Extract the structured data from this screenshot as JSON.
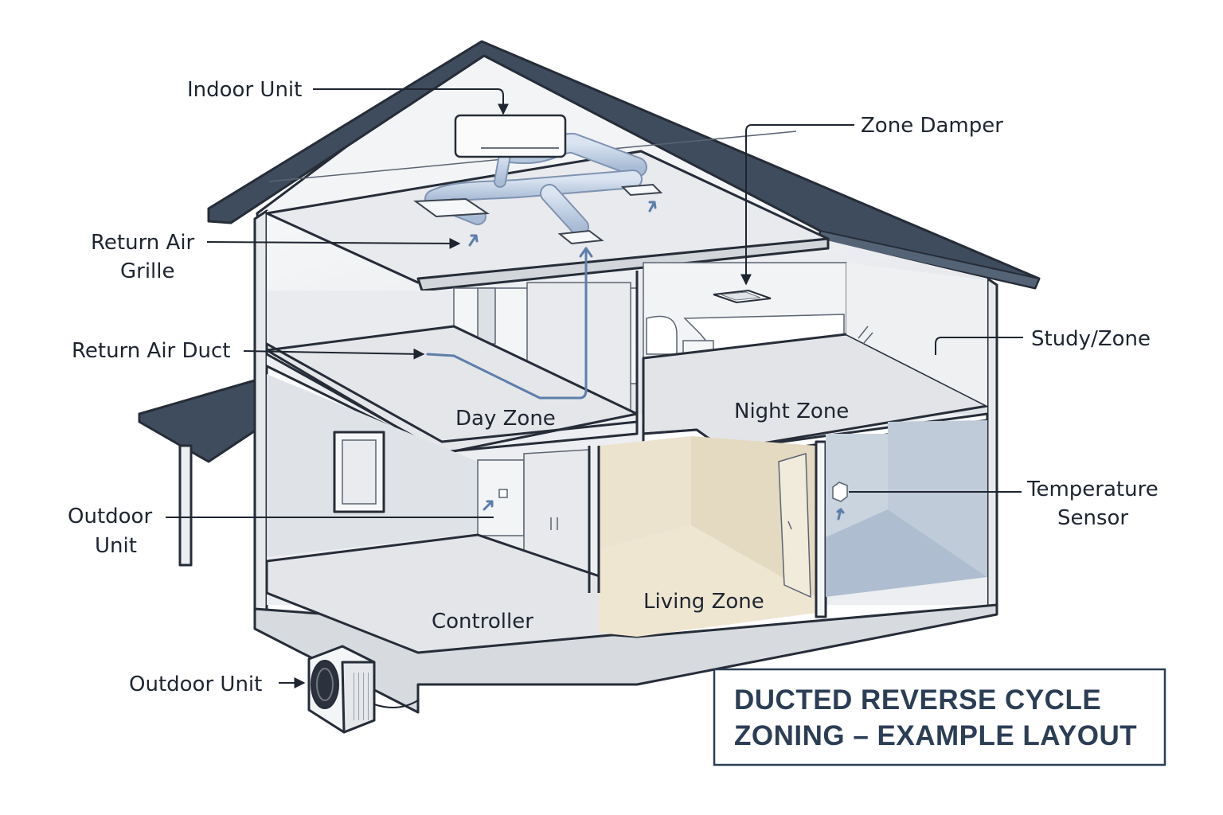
{
  "diagram": {
    "title_line1": "DUCTED REVERSE CYCLE",
    "title_line2": "ZONING – EXAMPLE LAYOUT",
    "labels": {
      "indoor_unit": "Indoor Unit",
      "zone_damper": "Zone Damper",
      "return_air_grille_line1": "Return Air",
      "return_air_grille_line2": "Grille",
      "return_air_duct": "Return Air Duct",
      "study_zone": "Study/Zone",
      "outdoor_unit_left_line1": "Outdoor",
      "outdoor_unit_left_line2": "Unit",
      "temperature_sensor_line1": "Temperature",
      "temperature_sensor_line2": "Sensor",
      "outdoor_unit_bottom": "Outdoor Unit"
    },
    "zones": {
      "day": "Day Zone",
      "night": "Night Zone",
      "living": "Living Zone",
      "controller": "Controller"
    },
    "colors": {
      "roof": "#3f4c5e",
      "wall_fill": "#f1f2f4",
      "floor": "#e6e8ec",
      "living_zone": "#efe6d2",
      "sensor_room": "#cdd8e3",
      "duct": "#c9d6e8",
      "title": "#2c3e55"
    }
  }
}
